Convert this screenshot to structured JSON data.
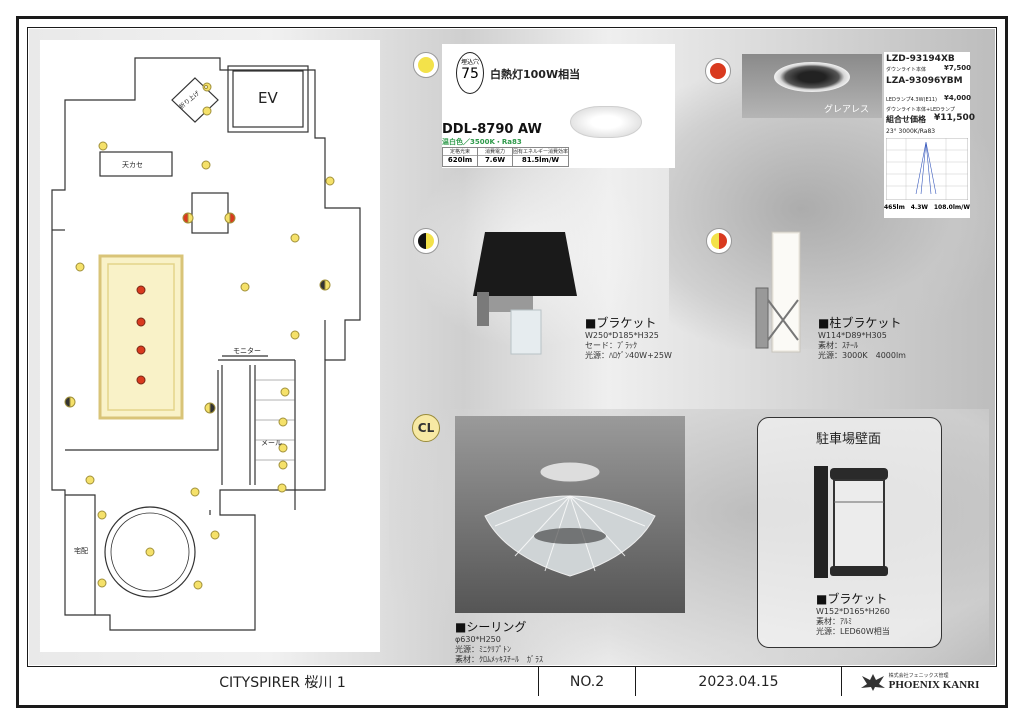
{
  "plan": {
    "labels": {
      "elevator": "EV",
      "fold": "折り上げ",
      "ceiling": "天カセ",
      "monitor": "モニター",
      "mail": "メール",
      "delivery": "宅配"
    }
  },
  "fixtures": {
    "downlight": {
      "hole_label": "埋込穴",
      "hole_size": "75",
      "equiv": "白熱灯100W相当",
      "model": "DDL-8790 AW",
      "color_temp": "温白色／3500K・Ra83",
      "table_headers": [
        "定格光束",
        "消費電力",
        "固有エネルギー消費効率"
      ],
      "table_values": [
        "620lm",
        "7.6W",
        "81.5lm/W"
      ]
    },
    "downlight2": {
      "tag": "グレアレス",
      "model1": "LZD-93194XB",
      "sub1": "ダウンライト本体",
      "price1": "¥7,500",
      "model2": "LZA-93096YBM",
      "sub2": "LEDランプ4.3W(E11)",
      "price2": "¥4,000",
      "combo_sub": "ダウンライト本体+LEDランプ",
      "combo_label": "組合せ価格",
      "combo_price": "¥11,500",
      "beam": "23° 3000K/Ra83",
      "foot": [
        "465lm",
        "4.3W",
        "108.0lm/W"
      ]
    },
    "bracket": {
      "title": "■ブラケット",
      "size": "W250*D185*H325",
      "shade": "セード：ﾌﾞﾗｯｸ",
      "source": "光源：ﾊﾛｹﾞﾝ40W+25W"
    },
    "pillar_bracket": {
      "title": "■柱ブラケット",
      "size": "W114*D89*H305",
      "material": "素材：ｽﾁｰﾙ",
      "source": "光源：3000K　4000lm"
    },
    "ceiling": {
      "badge": "CL",
      "title": "■シーリング",
      "size": "φ630*H250",
      "source": "光源：ﾐﾆｸﾘﾌﾟﾄﾝ",
      "material": "素材：ｸﾛﾑﾒｯｷｽﾁｰﾙ　ｶﾞﾗｽ"
    },
    "parking": {
      "heading": "駐車場壁面",
      "title": "■ブラケット",
      "size": "W152*D165*H260",
      "material": "素材：ｱﾙﾐ",
      "source": "光源：LED60W相当"
    }
  },
  "footer": {
    "project": "CITYSPIRER 桜川 1",
    "number": "NO.2",
    "date": "2023.04.15",
    "company_small": "株式会社フェニックス管理",
    "company": "PHOENIX KANRI"
  },
  "colors": {
    "yellow": "#f3e24a",
    "red": "#d93a1f",
    "frame": "#1a1a1a",
    "accent_green": "#2e9a4a"
  }
}
